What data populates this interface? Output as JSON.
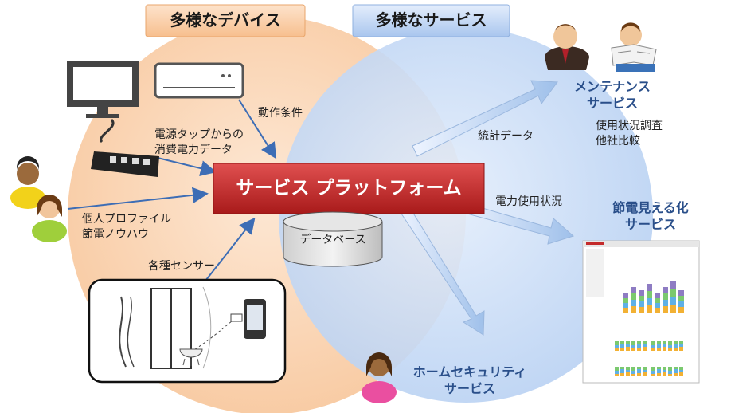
{
  "devices_title": "多様なデバイス",
  "services_title": "多様なサービス",
  "platform_label": "サービス プラットフォーム",
  "database_label": "データベース",
  "labels": {
    "operating_conditions": "動作条件",
    "tap_power_line1": "電源タップからの",
    "tap_power_line2": "消費電力データ",
    "profile_line1": "個人プロファイル",
    "profile_line2": "節電ノウハウ",
    "sensors": "各種センサー",
    "statistics": "統計データ",
    "power_usage": "電力使用状況"
  },
  "services": {
    "maintenance_line1": "メンテナンス",
    "maintenance_line2": "サービス",
    "maintenance_detail_line1": "使用状況調査",
    "maintenance_detail_line2": "他社比較",
    "visualization_line1": "節電見える化",
    "visualization_line2": "サービス",
    "security_line1": "ホームセキュリティ",
    "security_line2": "サービス"
  },
  "colors": {
    "devices_circle": "#fbd9bd",
    "services_circle": "#c8dcf6",
    "platform": "#c62a2a",
    "service_text": "#2a4f8a"
  }
}
